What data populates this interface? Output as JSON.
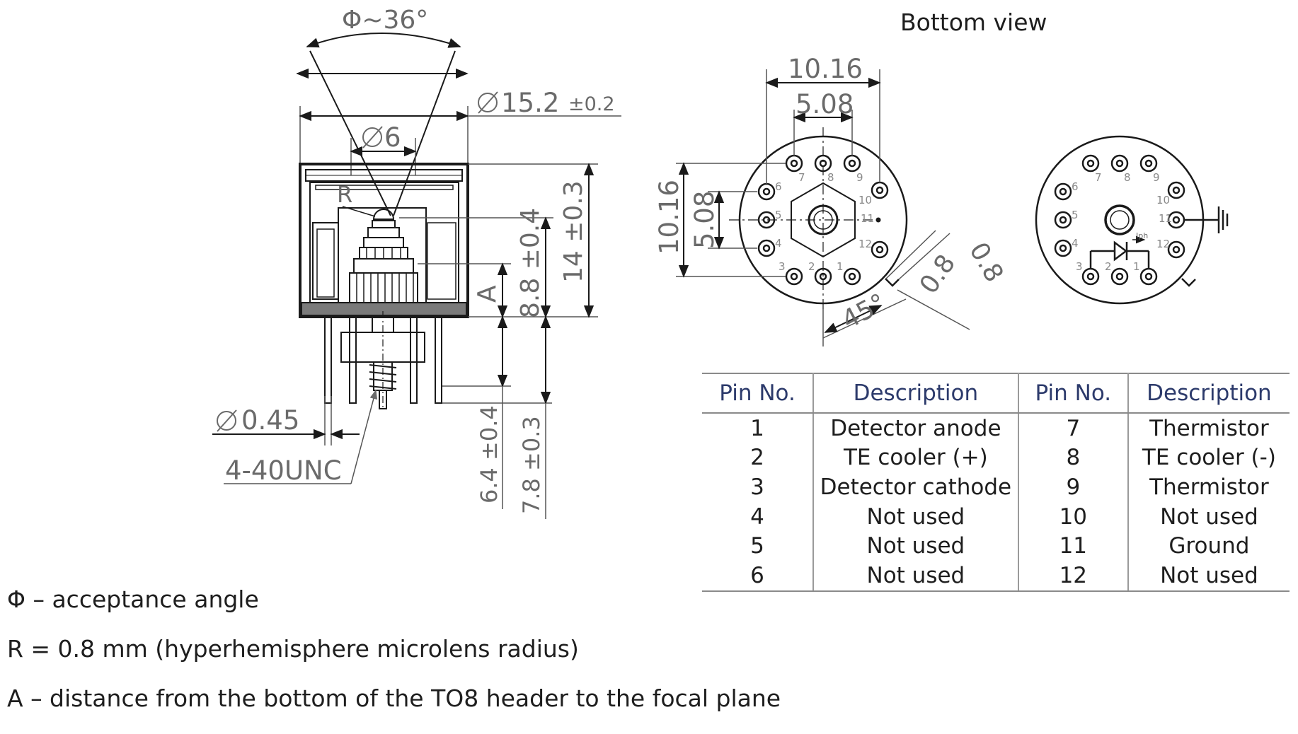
{
  "bottom_view_title": "Bottom view",
  "side_view": {
    "angle_label": "Φ~36°",
    "diameter_outer": "15.2",
    "diameter_outer_tol": "±0.2",
    "diameter_window": "6",
    "radius_label": "R",
    "height_total": "14 ±0.3",
    "height_focal": "8.8 ±0.4",
    "focal_label": "A",
    "pin_length_a": "6.4 ±0.4",
    "pin_length_b": "7.8 ±0.3",
    "pin_diameter": "0.45",
    "thread": "4-40UNC"
  },
  "pin_layout": {
    "pitch_outer_h": "10.16",
    "pitch_inner_h": "5.08",
    "pitch_outer_v": "10.16",
    "pitch_inner_v": "5.08",
    "tab_width": "0.8",
    "tab_height": "0.8",
    "tab_angle": "45°",
    "pin_numbers": [
      "1",
      "2",
      "3",
      "4",
      "5",
      "6",
      "7",
      "8",
      "9",
      "10",
      "11",
      "12"
    ],
    "photocurrent_label": "Iph"
  },
  "pin_table": {
    "headers": [
      "Pin No.",
      "Description",
      "Pin No.",
      "Description"
    ],
    "rows": [
      [
        "1",
        "Detector anode",
        "7",
        "Thermistor"
      ],
      [
        "2",
        "TE cooler (+)",
        "8",
        "TE cooler (-)"
      ],
      [
        "3",
        "Detector cathode",
        "9",
        "Thermistor"
      ],
      [
        "4",
        "Not used",
        "10",
        "Not used"
      ],
      [
        "5",
        "Not used",
        "11",
        "Ground"
      ],
      [
        "6",
        "Not used",
        "12",
        "Not used"
      ]
    ]
  },
  "notes": [
    "Φ – acceptance angle",
    "R = 0.8 mm (hyperhemisphere microlens radius)",
    "A – distance from the bottom of the TO8 header to the focal plane"
  ],
  "colors": {
    "line": "#1a1a1a",
    "dimension": "#7a7a7a",
    "table_header": "#2c3a6b",
    "rule": "#8a8a8a"
  }
}
